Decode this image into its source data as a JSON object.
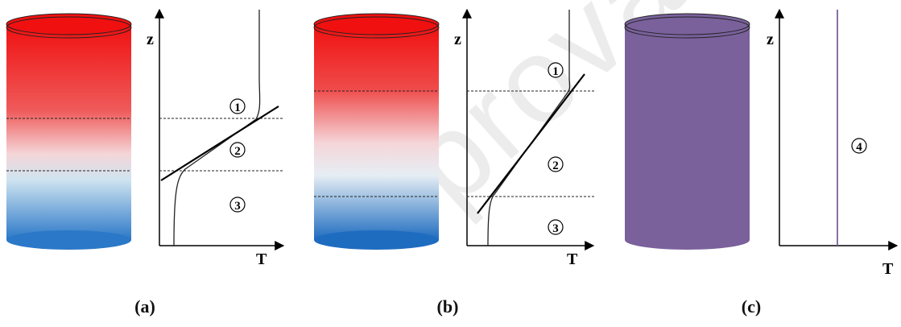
{
  "watermark_text": "proval P",
  "panels": [
    {
      "id": "a",
      "caption": "(a)",
      "z_label": "z",
      "t_label": "T",
      "zones": [
        "1",
        "2",
        "3"
      ],
      "tank_colors": [
        "#f01010",
        "#f5d5d8",
        "#2b78c8"
      ]
    },
    {
      "id": "b",
      "caption": "(b)",
      "z_label": "z",
      "t_label": "T",
      "zones": [
        "1",
        "2",
        "3"
      ],
      "tank_colors": [
        "#f01010",
        "#f5d5d8",
        "#1e6cc0"
      ]
    },
    {
      "id": "c",
      "caption": "(c)",
      "z_label": "z",
      "t_label": "T",
      "zones": [
        "4"
      ],
      "tank_colors": [
        "#7a619c"
      ]
    }
  ]
}
